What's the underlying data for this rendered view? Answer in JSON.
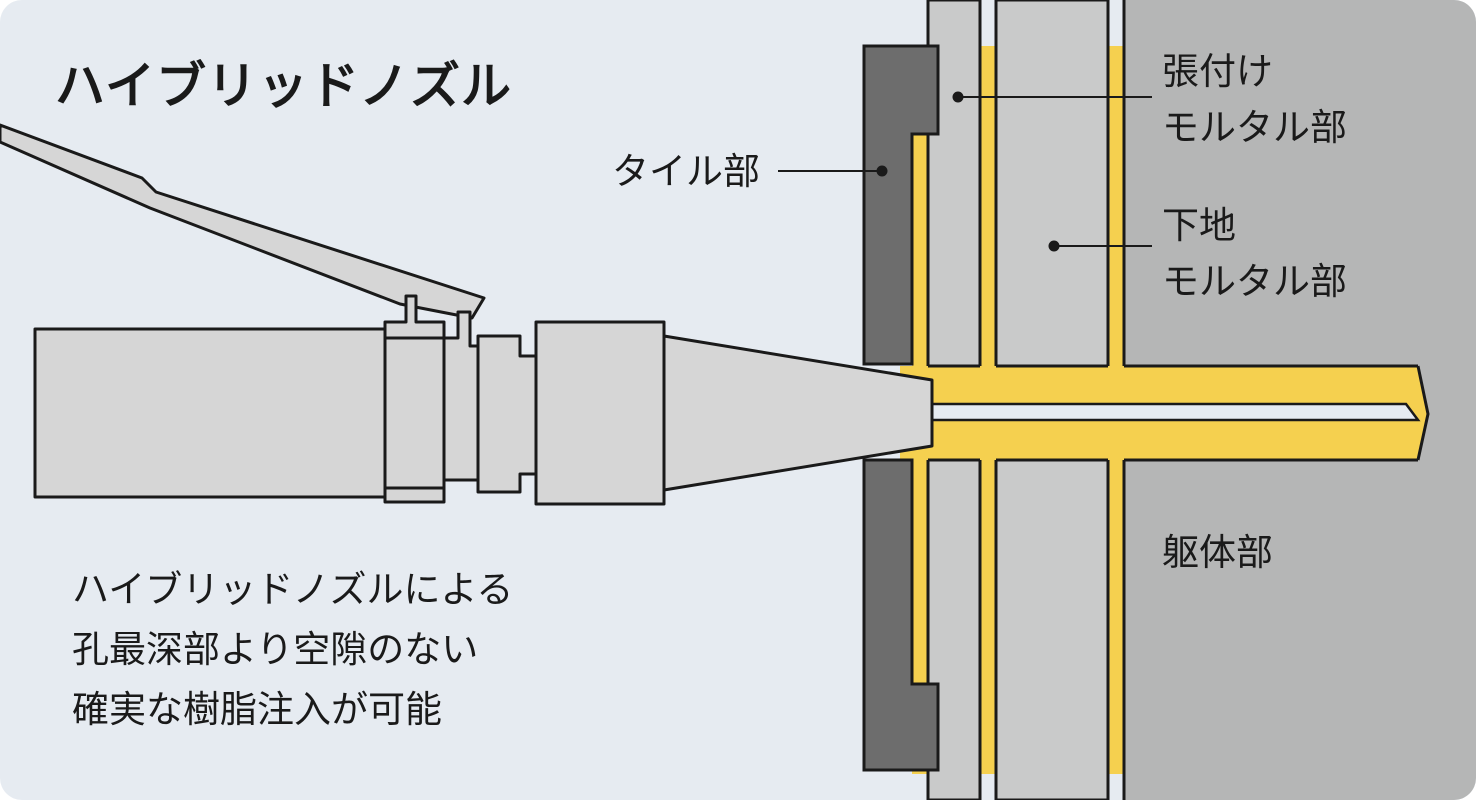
{
  "title": "ハイブリッドノズル",
  "labels": {
    "tile": "タイル部",
    "bonding_mortar": [
      "張付け",
      "モルタル部"
    ],
    "base_mortar": [
      "下地",
      "モルタル部"
    ],
    "structure": "躯体部"
  },
  "description": [
    "ハイブリッドノズルによる",
    "孔最深部より空隙のない",
    "確実な樹脂注入が可能"
  ],
  "colors": {
    "background": "#e6ebf1",
    "structure": "#b5b6b6",
    "mortar": "#c9caca",
    "tile": "#6d6d6d",
    "resin": "#f5d04f",
    "nozzle": "#d6d6d6",
    "outline": "#1a1a1a"
  }
}
